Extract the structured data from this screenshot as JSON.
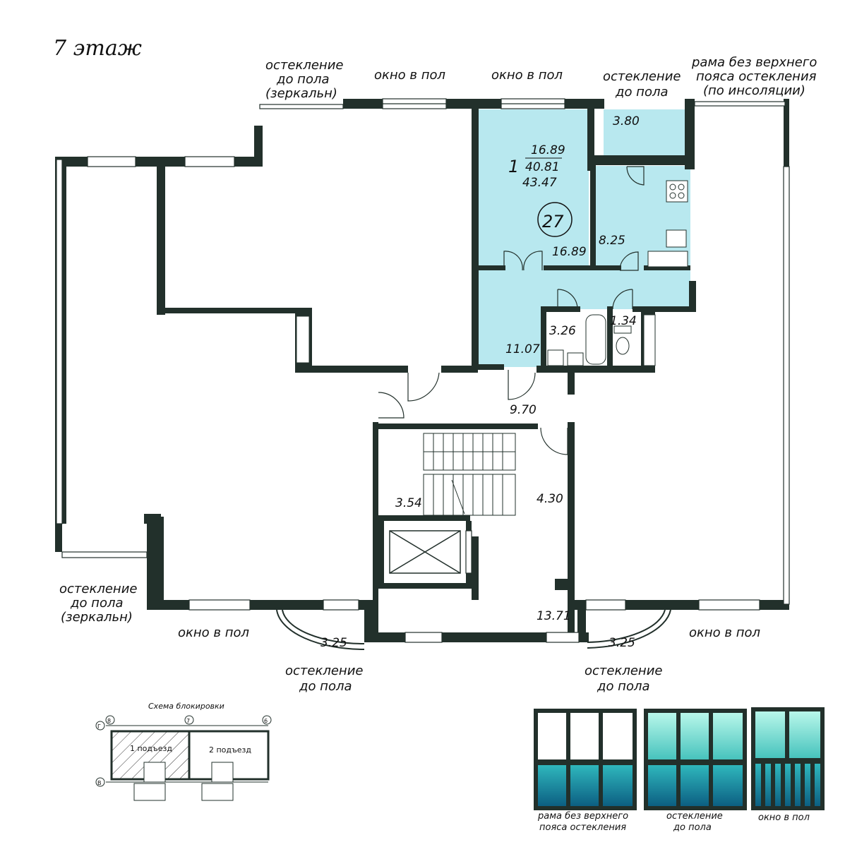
{
  "floor_title": "7 этаж",
  "apartment": {
    "rooms_count": "1",
    "living_area": "16.89",
    "total_area": "40.81",
    "area_with_balcony": "43.47",
    "number": "27"
  },
  "room_areas": {
    "living_room": "16.89",
    "kitchen": "8.25",
    "balcony": "3.80",
    "hall": "11.07",
    "bathroom": "3.26",
    "toilet": "1.34",
    "corridor": "9.70",
    "stair": "3.54",
    "lift_hall": "4.30",
    "lobby": "13.71",
    "bay_left": "3.25",
    "bay_right": "3.25"
  },
  "annotations": {
    "mirror_glazing_top": [
      "остекление",
      "до пола",
      "(зеркальн)"
    ],
    "window_floor_1": "окно в пол",
    "window_floor_2": "окно в пол",
    "glazing_floor_top": [
      "остекление",
      "до пола"
    ],
    "frame_top": [
      "рама без верхнего",
      "пояса остекления",
      "(по инсоляции)"
    ],
    "mirror_glazing_left": [
      "остекление",
      "до пола",
      "(зеркальн)"
    ],
    "window_floor_bottom_left": "окно в пол",
    "glazing_floor_bottom_left": [
      "остекление",
      "до пола"
    ],
    "glazing_floor_bottom_right": [
      "остекление",
      "до пола"
    ],
    "window_floor_bottom_right": "окно в пол"
  },
  "block_scheme": {
    "title": "Схема блокировки",
    "entrance_1": "1 подъезд",
    "entrance_2": "2 подъезд",
    "axis_8": "8",
    "axis_7": "7",
    "axis_6": "6",
    "axis_g": "Г",
    "axis_v": "В"
  },
  "legend": {
    "items": [
      [
        "рама без верхнего",
        "пояса остекления"
      ],
      [
        "остекление",
        "до пола"
      ],
      [
        "окно в пол"
      ]
    ]
  },
  "colors": {
    "apartment_fill": "#b8e8ef",
    "wall": "#22302b",
    "glass_light": "#aef5e6",
    "glass_dark": "#0f6e8a"
  }
}
